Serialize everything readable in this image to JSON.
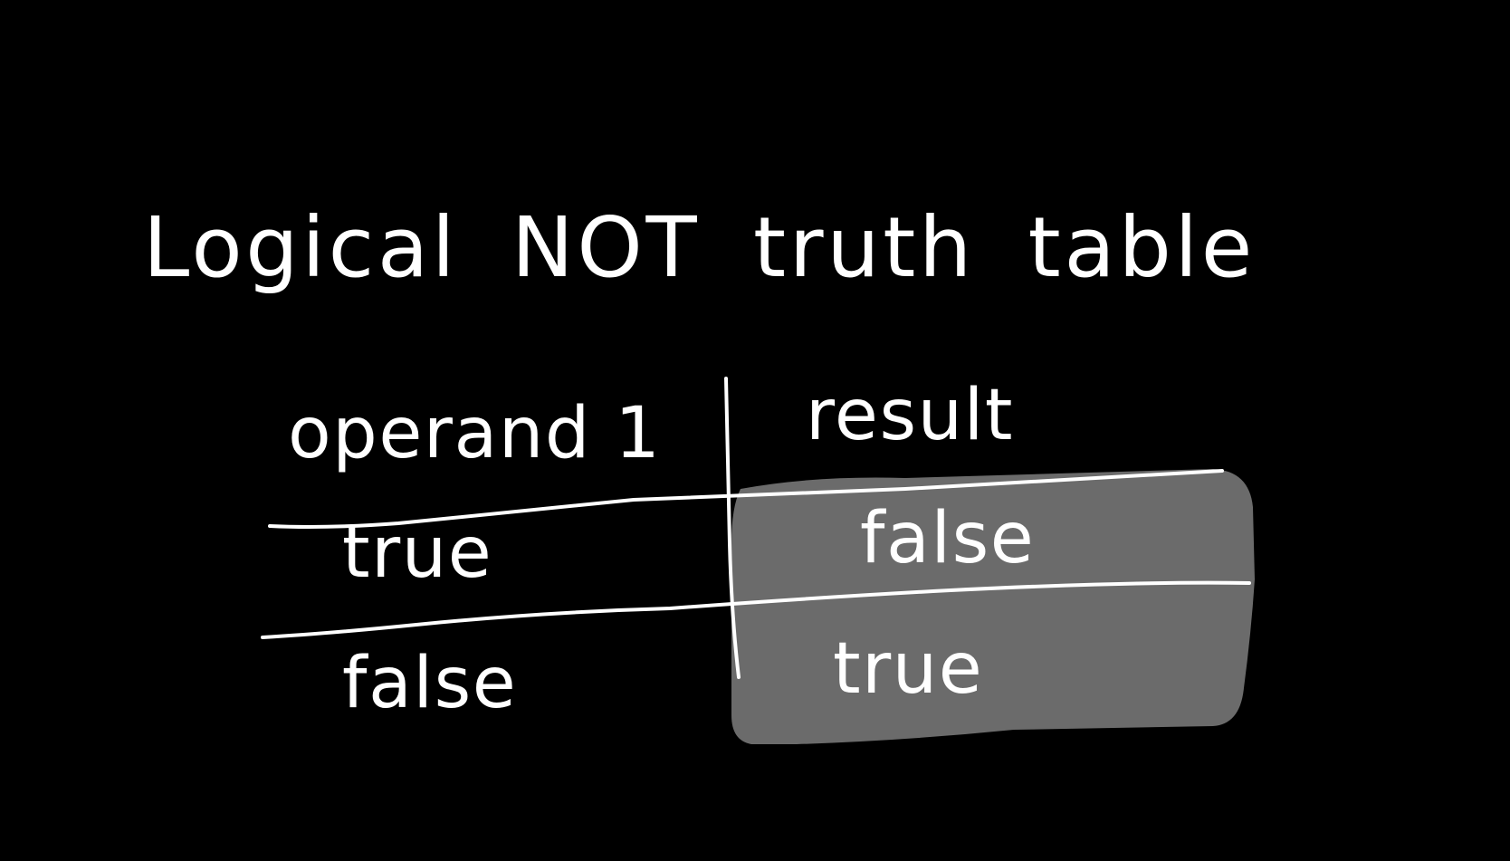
{
  "title": "Logical NOT truth table",
  "table": {
    "headers": [
      "operand 1",
      "result"
    ],
    "rows": [
      [
        "true",
        "false"
      ],
      [
        "false",
        "true"
      ]
    ]
  },
  "colors": {
    "background": "#000000",
    "ink": "#ffffff",
    "highlight": "#6b6b6b"
  }
}
